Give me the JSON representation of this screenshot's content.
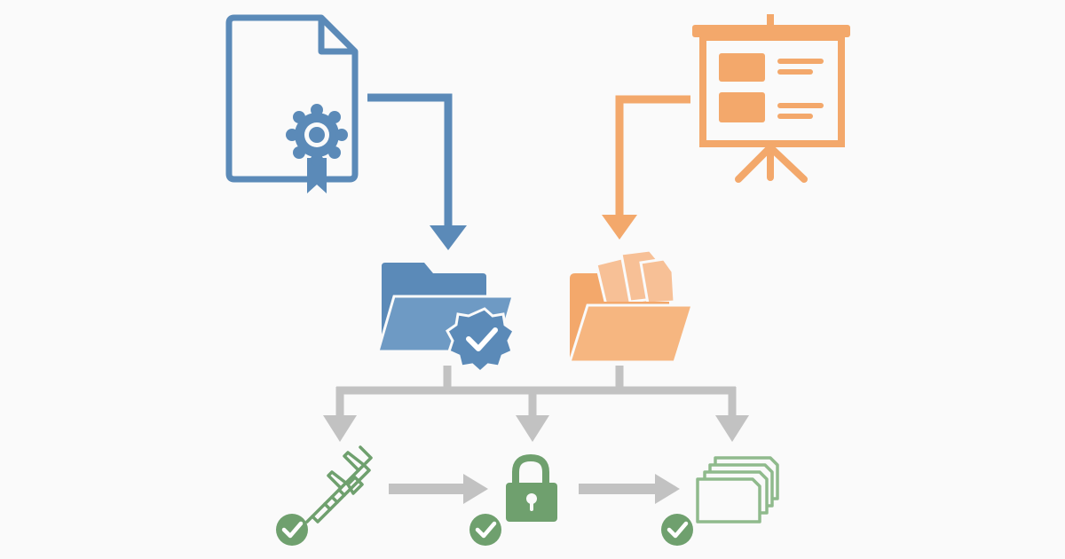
{
  "colors": {
    "background": "#fafafa",
    "blue": "#5b8ab8",
    "orange": "#f3a86b",
    "gray": "#c2c2c2",
    "green": "#6fa06e",
    "green_light": "#8fba8c",
    "white": "#ffffff"
  },
  "icons": {
    "certificate": "certificate-document-icon",
    "presentation": "presentation-board-icon",
    "verified_folder": "verified-folder-icon",
    "open_folder": "open-folder-with-documents-icon",
    "caliper": "caliper-measurement-icon",
    "padlock": "padlock-icon",
    "document_stack": "document-stack-icon",
    "check": "check-circle-icon"
  },
  "nodes": [
    {
      "id": "certificate",
      "icon": "certificate-document-icon",
      "color": "blue"
    },
    {
      "id": "presentation",
      "icon": "presentation-board-icon",
      "color": "orange"
    },
    {
      "id": "verified-folder",
      "icon": "verified-folder-icon",
      "color": "blue"
    },
    {
      "id": "open-folder",
      "icon": "open-folder-with-documents-icon",
      "color": "orange"
    },
    {
      "id": "measure-step",
      "icon": "caliper-measurement-icon",
      "color": "green",
      "checked": true
    },
    {
      "id": "secure-step",
      "icon": "padlock-icon",
      "color": "green",
      "checked": true
    },
    {
      "id": "copies-step",
      "icon": "document-stack-icon",
      "color": "green",
      "checked": true
    }
  ],
  "edges": [
    {
      "from": "certificate",
      "to": "verified-folder"
    },
    {
      "from": "presentation",
      "to": "open-folder"
    },
    {
      "from": "verified-folder",
      "to": "measure-step"
    },
    {
      "from": "verified-folder",
      "to": "secure-step"
    },
    {
      "from": "open-folder",
      "to": "copies-step"
    },
    {
      "from": "measure-step",
      "to": "secure-step"
    },
    {
      "from": "secure-step",
      "to": "copies-step"
    }
  ]
}
